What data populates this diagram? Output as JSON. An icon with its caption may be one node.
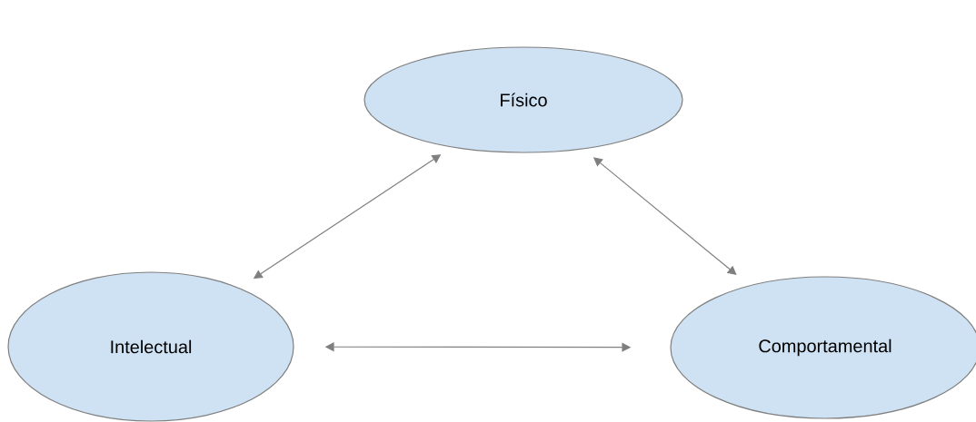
{
  "diagram": {
    "nodes": [
      {
        "text": [
          "Físico"
        ]
      },
      {
        "text": [
          "Intelectual"
        ]
      },
      {
        "text": [
          "Comportamental"
        ]
      }
    ],
    "edges": [
      {
        "from": 1,
        "to": 0,
        "arrow": "both"
      },
      {
        "from": 0,
        "to": 2,
        "arrow": "both"
      },
      {
        "from": 1,
        "to": 2,
        "arrow": "both"
      }
    ]
  }
}
